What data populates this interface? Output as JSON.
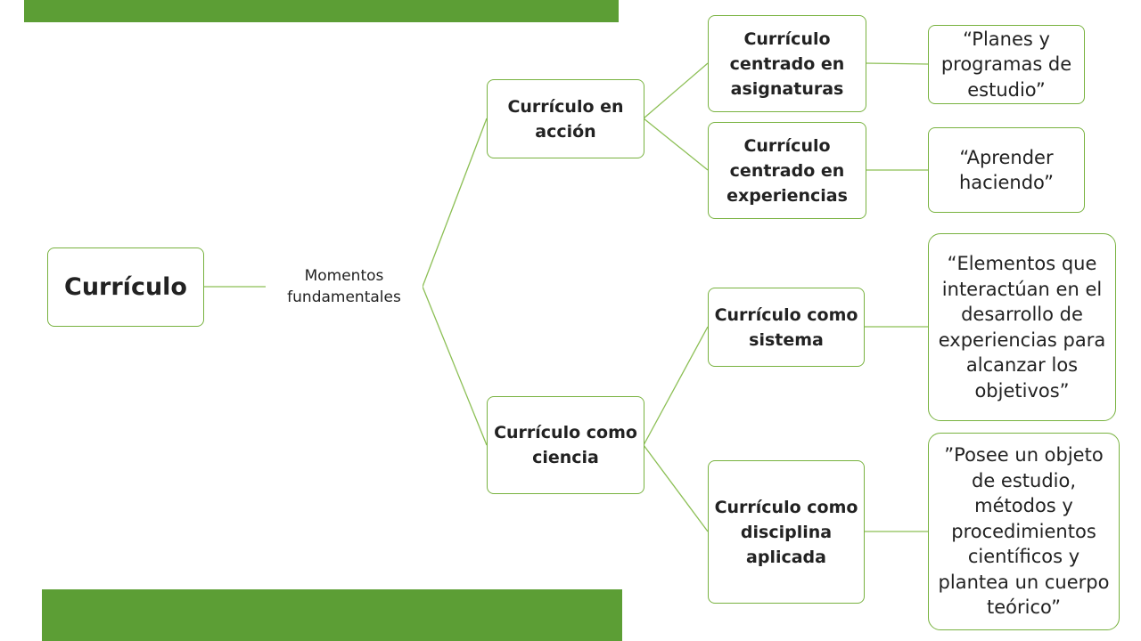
{
  "colors": {
    "accent_bar": "#5c9e35",
    "node_border": "#78b23f",
    "connector": "#8cbf55"
  },
  "root": {
    "label": "Currículo"
  },
  "edge_label": "Momentos fundamentales",
  "branches": [
    {
      "label": "Currículo en acción",
      "children": [
        {
          "label": "Currículo centrado en asignaturas",
          "note": "“Planes y programas de estudio”"
        },
        {
          "label": "Currículo centrado en experiencias",
          "note": "“Aprender haciendo”"
        }
      ]
    },
    {
      "label": "Currículo como ciencia",
      "children": [
        {
          "label": "Currículo como sistema",
          "note": "“Elementos que interactúan en el desarrollo de experiencias para alcanzar los objetivos”"
        },
        {
          "label": "Currículo como disciplina aplicada",
          "note": "”Posee un objeto de estudio, métodos y procedimientos científicos y plantea un cuerpo teórico”"
        }
      ]
    }
  ]
}
